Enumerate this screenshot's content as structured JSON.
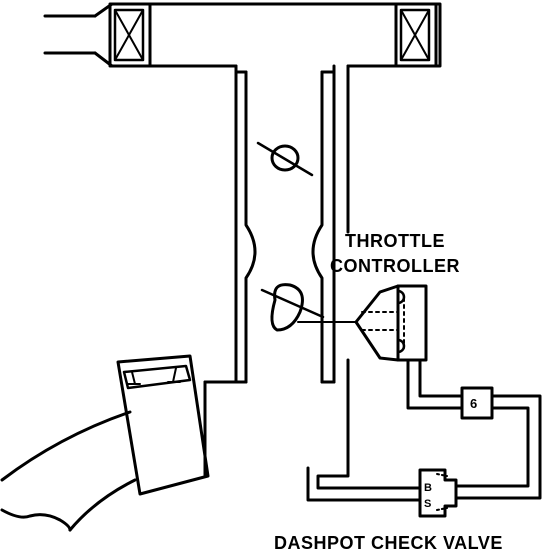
{
  "diagram": {
    "labels": {
      "throttle_controller_line1": "THROTTLE",
      "throttle_controller_line2": "CONTROLLER",
      "dashpot_check_valve": "DASHPOT CHECK VALVE",
      "hose_number": "6",
      "valve_marks": [
        "B",
        "S"
      ]
    },
    "components": [
      "intake-duct",
      "air-filter-left",
      "air-filter-right",
      "throttle-body",
      "throttle-valve-upper",
      "throttle-valve-lower",
      "throttle-controller",
      "dashpot-check-valve",
      "vacuum-hose",
      "air-intake-pipe",
      "filter-canister"
    ],
    "colors": {
      "line": "#000000",
      "background": "#ffffff"
    }
  }
}
